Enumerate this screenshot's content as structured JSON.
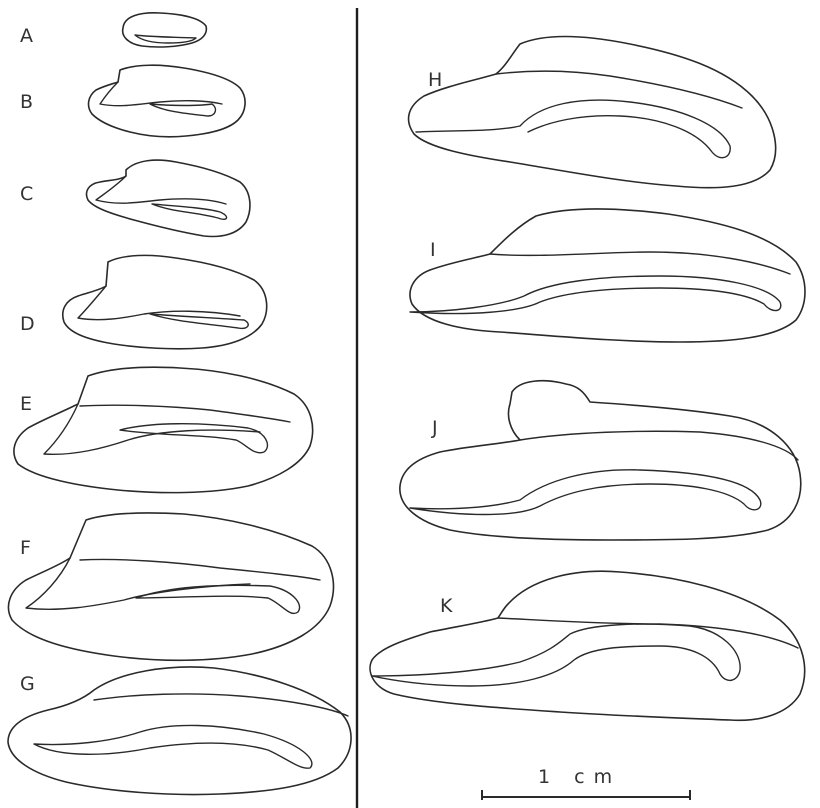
{
  "figure": {
    "panels": [
      {
        "id": "A",
        "label": "A"
      },
      {
        "id": "B",
        "label": "B"
      },
      {
        "id": "C",
        "label": "C"
      },
      {
        "id": "D",
        "label": "D"
      },
      {
        "id": "E",
        "label": "E"
      },
      {
        "id": "F",
        "label": "F"
      },
      {
        "id": "G",
        "label": "G"
      },
      {
        "id": "H",
        "label": "H"
      },
      {
        "id": "I",
        "label": "I"
      },
      {
        "id": "J",
        "label": "J"
      },
      {
        "id": "K",
        "label": "K"
      }
    ],
    "scale_bar": {
      "label": "1 cm"
    }
  },
  "colors": {
    "ink": "#2a2a2a",
    "background": "#ffffff"
  }
}
